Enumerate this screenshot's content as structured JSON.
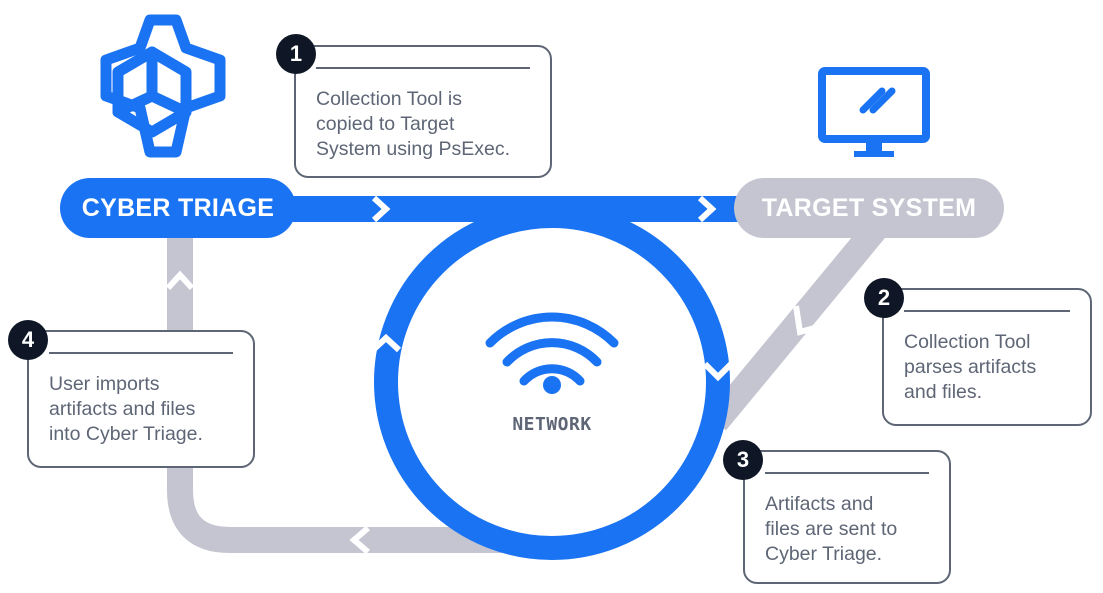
{
  "colors": {
    "blue": "#1a73f2",
    "gray": "#c4c5d0",
    "dark": "#0f1726",
    "text": "#5e6676"
  },
  "nodes": {
    "cyber_triage": "CYBER TRIAGE",
    "target_system": "TARGET SYSTEM",
    "network": "NETWORK"
  },
  "icons": {
    "logo": "cyber-triage-logo",
    "target": "monitor-icon",
    "network": "wifi-icon"
  },
  "steps": [
    {
      "number": "1",
      "text": "Collection Tool is\ncopied to Target\nSystem using PsExec."
    },
    {
      "number": "2",
      "text": "Collection Tool\nparses artifacts\nand files."
    },
    {
      "number": "3",
      "text": "Artifacts and\nfiles are sent to\nCyber Triage."
    },
    {
      "number": "4",
      "text": "User imports\nartifacts and files\ninto Cyber Triage."
    }
  ]
}
